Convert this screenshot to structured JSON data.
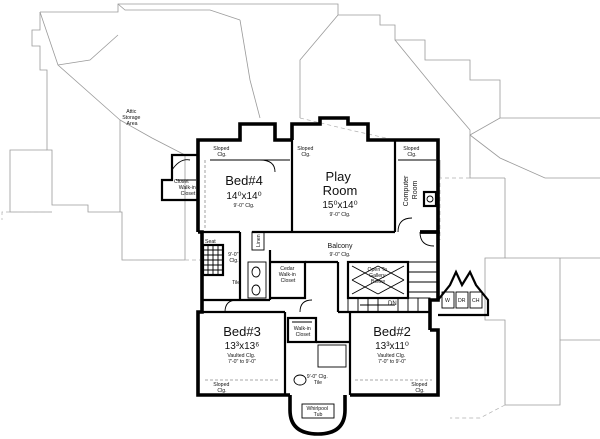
{
  "labels": {
    "attic": [
      "Attic",
      "Storage",
      "Area"
    ],
    "closet_left": [
      "Closet"
    ],
    "walkin_left": [
      "Walk-in",
      "Closet"
    ],
    "sloped_bed4": [
      "Sloped",
      "Clg."
    ],
    "sloped_play": [
      "Sloped",
      "Clg."
    ],
    "sloped_comp": [
      "Sloped",
      "Clg."
    ],
    "bed4_name": "Bed#4",
    "bed4_dim": "14⁰x14⁰",
    "bed4_clg": "9'-0\" Clg.",
    "play_name": [
      "Play",
      "Room"
    ],
    "play_dim": "15⁰x14⁰",
    "play_clg": "9'-0\" Clg.",
    "computer": [
      "Computer",
      "Room"
    ],
    "seat": "Seat",
    "linen": "Linen",
    "bath_clg": [
      "9'-0\"",
      "Clg."
    ],
    "tile": "Tile",
    "balcony": "Balcony",
    "balcony_clg": "9'-0\" Clg.",
    "cedar_walkin": [
      "Cedar",
      "Walk-in",
      "Closet"
    ],
    "open_gallery": [
      "Open To",
      "Gallery",
      "Below"
    ],
    "dn": "DN",
    "laundry": [
      "W",
      "DR",
      "CH"
    ],
    "bed3_name": "Bed#3",
    "bed3_dim": "13³x13⁶",
    "bed3_clg": [
      "Vaulted Clg.",
      "7'-0\" to 9'-0\""
    ],
    "bed2_name": "Bed#2",
    "bed2_dim": "13³x11⁰",
    "bed2_clg": [
      "Vaulted Clg.",
      "7'-0\" to 9'-0\""
    ],
    "walkin_bed2": [
      "Walk-in",
      "Closet"
    ],
    "bath2_clg": [
      "9'-0\" Clg.",
      "Tile"
    ],
    "sloped_bed3": [
      "Sloped",
      "Clg."
    ],
    "sloped_bed2": [
      "Sloped",
      "Clg."
    ],
    "whirlpool": [
      "Whirlpool",
      "Tub"
    ]
  }
}
